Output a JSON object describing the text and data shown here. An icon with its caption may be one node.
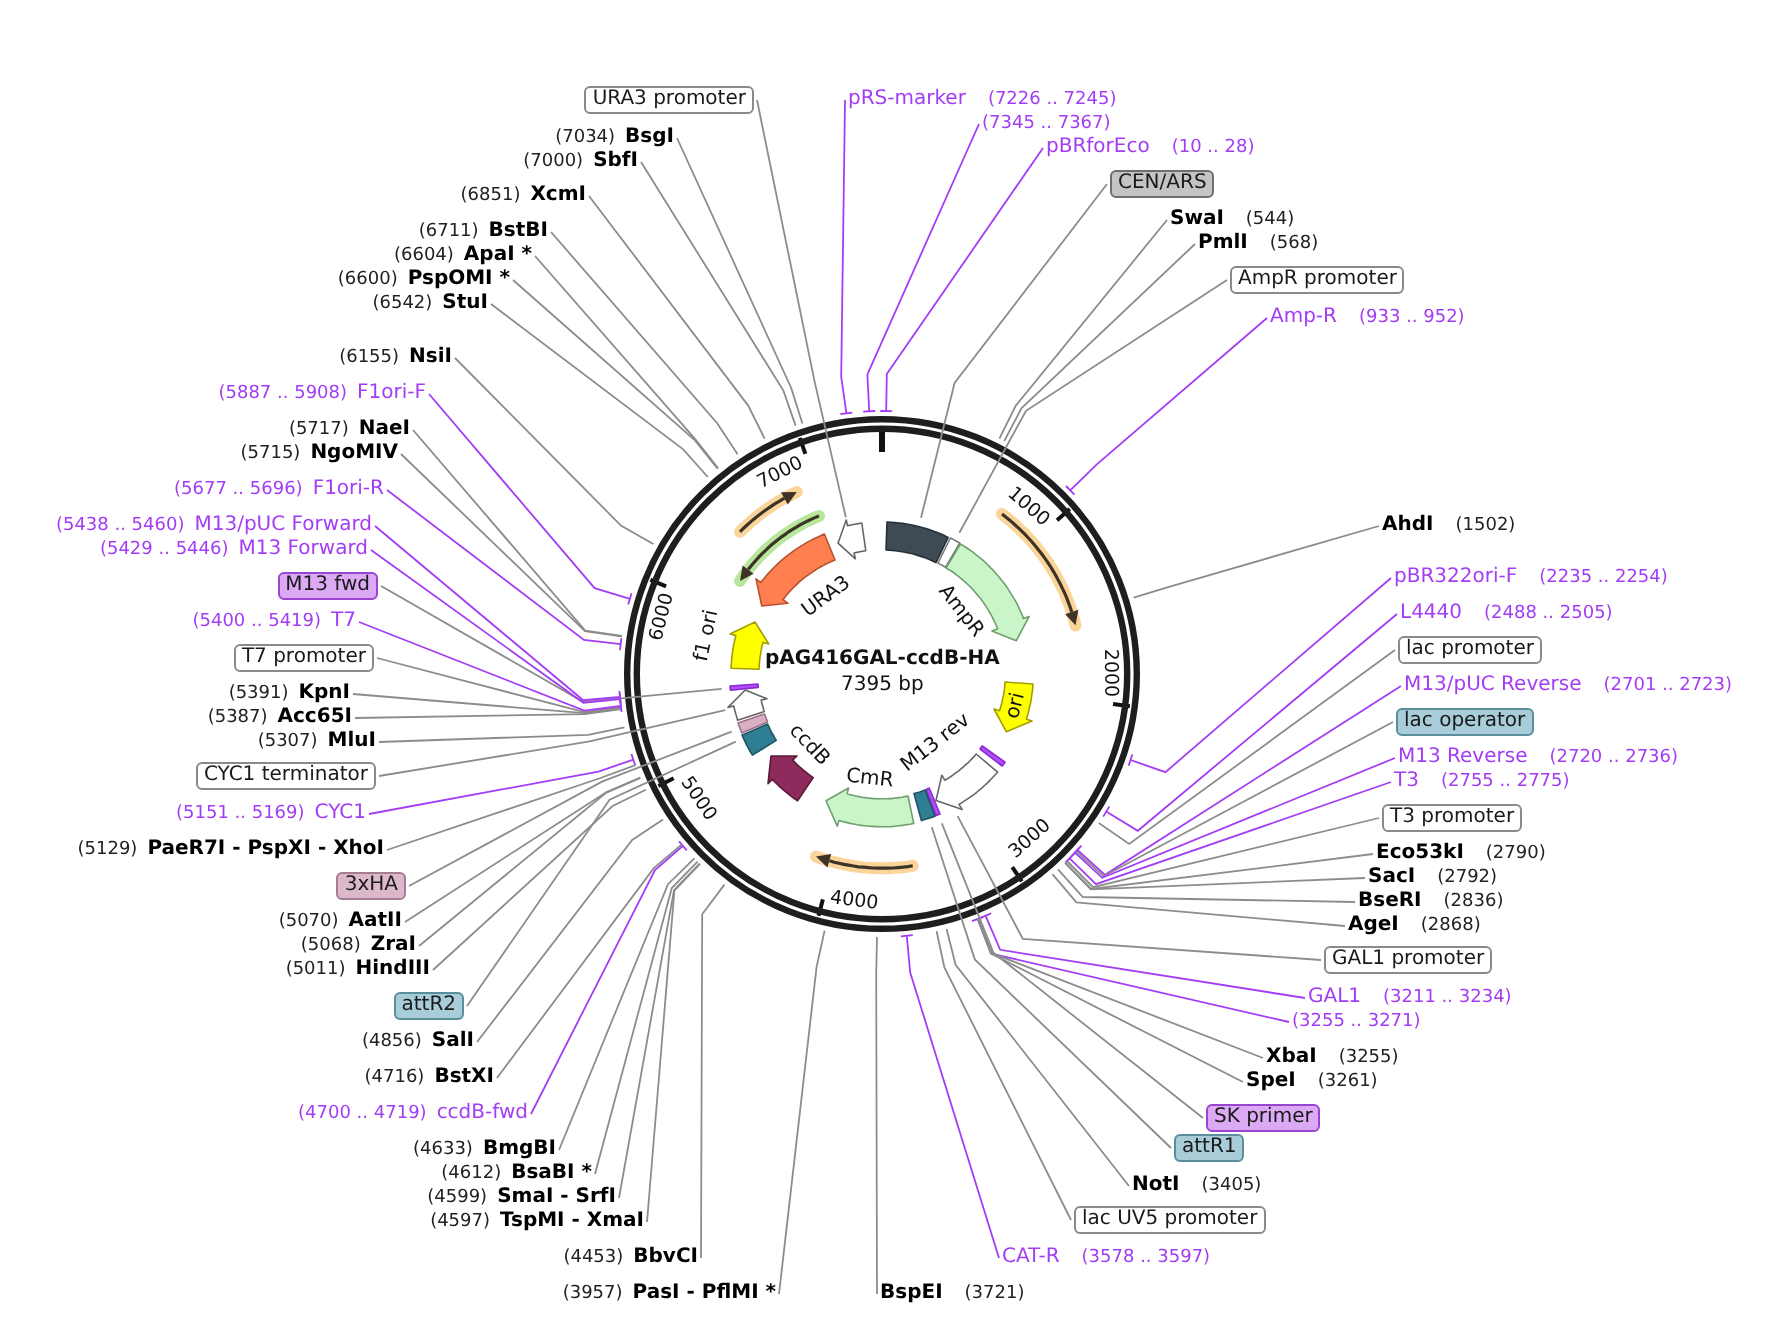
{
  "diagram": {
    "title": "pAG416GAL-ccdB-HA",
    "nodes": [
      {
        "text": [
          "pRS-marker",
          "(7226 .. 7245)"
        ]
      },
      {
        "text": [
          "(7345 .. 7367)"
        ]
      },
      {
        "text": [
          "pBRforEco",
          "(10 .. 28)"
        ]
      },
      {
        "text": [
          "CEN/ARS"
        ]
      },
      {
        "text": [
          "SwaI",
          "(544)"
        ]
      },
      {
        "text": [
          "PmlI",
          "(568)"
        ]
      },
      {
        "text": [
          "AmpR promoter"
        ]
      },
      {
        "text": [
          "Amp-R",
          "(933 .. 952)"
        ]
      },
      {
        "text": [
          "AhdI",
          "(1502)"
        ]
      },
      {
        "text": [
          "pBR322ori-F",
          "(2235 .. 2254)"
        ]
      },
      {
        "text": [
          "L4440",
          "(2488 .. 2505)"
        ]
      },
      {
        "text": [
          "lac promoter"
        ]
      },
      {
        "text": [
          "M13/pUC Reverse",
          "(2701 .. 2723)"
        ]
      },
      {
        "text": [
          "lac operator"
        ]
      },
      {
        "text": [
          "M13 Reverse",
          "(2720 .. 2736)"
        ]
      },
      {
        "text": [
          "T3",
          "(2755 .. 2775)"
        ]
      },
      {
        "text": [
          "T3 promoter"
        ]
      },
      {
        "text": [
          "Eco53kI",
          "(2790)"
        ]
      },
      {
        "text": [
          "SacI",
          "(2792)"
        ]
      },
      {
        "text": [
          "BseRI",
          "(2836)"
        ]
      },
      {
        "text": [
          "AgeI",
          "(2868)"
        ]
      },
      {
        "text": [
          "GAL1 promoter"
        ]
      },
      {
        "text": [
          "GAL1",
          "(3211 .. 3234)"
        ]
      },
      {
        "text": [
          "(3255 .. 3271)"
        ]
      },
      {
        "text": [
          "XbaI",
          "(3255)"
        ]
      },
      {
        "text": [
          "SpeI",
          "(3261)"
        ]
      },
      {
        "text": [
          "SK primer"
        ]
      },
      {
        "text": [
          "attR1"
        ]
      },
      {
        "text": [
          "NotI",
          "(3405)"
        ]
      },
      {
        "text": [
          "lac UV5 promoter"
        ]
      },
      {
        "text": [
          "CAT-R",
          "(3578 .. 3597)"
        ]
      },
      {
        "text": [
          "BspEI",
          "(3721)"
        ]
      },
      {
        "text": [
          "(3957)",
          "PasI - PflMI *"
        ]
      },
      {
        "text": [
          "(4453)",
          "BbvCI"
        ]
      },
      {
        "text": [
          "(4597)",
          "TspMI - XmaI"
        ]
      },
      {
        "text": [
          "(4599)",
          "SmaI - SrfI"
        ]
      },
      {
        "text": [
          "(4612)",
          "BsaBI *"
        ]
      },
      {
        "text": [
          "(4633)",
          "BmgBI"
        ]
      },
      {
        "text": [
          "(4700 .. 4719)",
          "ccdB-fwd"
        ]
      },
      {
        "text": [
          "(4716)",
          "BstXI"
        ]
      },
      {
        "text": [
          "(4856)",
          "SalI"
        ]
      },
      {
        "text": [
          "attR2"
        ]
      },
      {
        "text": [
          "(5011)",
          "HindIII"
        ]
      },
      {
        "text": [
          "(5068)",
          "ZraI"
        ]
      },
      {
        "text": [
          "(5070)",
          "AatII"
        ]
      },
      {
        "text": [
          "3xHA"
        ]
      },
      {
        "text": [
          "(5129)",
          "PaeR7I - PspXI - XhoI"
        ]
      },
      {
        "text": [
          "(5151 .. 5169)",
          "CYC1"
        ]
      },
      {
        "text": [
          "CYC1 terminator"
        ]
      },
      {
        "text": [
          "(5307)",
          "MluI"
        ]
      },
      {
        "text": [
          "(5387)",
          "Acc65I"
        ]
      },
      {
        "text": [
          "(5391)",
          "KpnI"
        ]
      },
      {
        "text": [
          "T7 promoter"
        ]
      },
      {
        "text": [
          "(5400 .. 5419)",
          "T7"
        ]
      },
      {
        "text": [
          "M13 fwd"
        ]
      },
      {
        "text": [
          "(5429 .. 5446)",
          "M13 Forward"
        ]
      },
      {
        "text": [
          "(5438 .. 5460)",
          "M13/pUC Forward"
        ]
      },
      {
        "text": [
          "(5677 .. 5696)",
          "F1ori-R"
        ]
      },
      {
        "text": [
          "(5715)",
          "NgoMIV"
        ]
      },
      {
        "text": [
          "(5717)",
          "NaeI"
        ]
      },
      {
        "text": [
          "(5887 .. 5908)",
          "F1ori-F"
        ]
      },
      {
        "text": [
          "(6155)",
          "NsiI"
        ]
      },
      {
        "text": [
          "(6542)",
          "StuI"
        ]
      },
      {
        "text": [
          "(6600)",
          "PspOMI *"
        ]
      },
      {
        "text": [
          "(6604)",
          "ApaI *"
        ]
      },
      {
        "text": [
          "(6711)",
          "BstBI"
        ]
      },
      {
        "text": [
          "(6851)",
          "XcmI"
        ]
      },
      {
        "text": [
          "(7000)",
          "SbfI"
        ]
      },
      {
        "text": [
          "(7034)",
          "BsgI"
        ]
      },
      {
        "text": [
          "URA3 promoter"
        ]
      },
      {
        "text": [],
        "shape": "circle"
      },
      {
        "text": [],
        "shape": "box",
        "in": 70
      },
      {
        "text": [],
        "shape": "box",
        "in": 70
      },
      {
        "text": [
          "AmpR"
        ],
        "in": 70
      },
      {
        "text": [
          "ori"
        ],
        "in": 70
      },
      {
        "text": [
          "M13 rev"
        ],
        "in": 70
      },
      {
        "text": [],
        "shape": "arrow",
        "in": 70
      },
      {
        "text": [],
        "shape": "bar",
        "in": 70
      },
      {
        "text": [],
        "shape": "box",
        "in": 70
      },
      {
        "text": [
          "CmR"
        ],
        "in": 70
      },
      {
        "text": [
          "ccdB"
        ],
        "in": 70
      },
      {
        "text": [],
        "shape": "box",
        "in": 70
      },
      {
        "text": [],
        "shape": "box",
        "in": 70
      },
      {
        "text": [],
        "shape": "arrow",
        "in": 70
      },
      {
        "text": [],
        "shape": "bar",
        "in": 70
      },
      {
        "text": [
          "f1 ori"
        ],
        "in": 70
      },
      {
        "text": [
          "URA3"
        ],
        "in": 70
      },
      {
        "text": [],
        "shape": "arrow",
        "in": 70
      },
      {
        "text": [],
        "shape": "arrow",
        "in": 70
      },
      {
        "text": [],
        "shape": "arrow",
        "in": 70
      },
      {
        "text": [],
        "shape": "arrow",
        "in": 70
      },
      {
        "text": [],
        "shape": "arrow",
        "in": 70
      }
    ],
    "edges": [
      {
        "from": 0,
        "to": 70,
        "arrow": "none",
        "color": "#a33df5"
      },
      {
        "from": 1,
        "to": 70,
        "arrow": "none",
        "color": "#a33df5"
      },
      {
        "from": 2,
        "to": 70,
        "arrow": "none",
        "color": "#a33df5"
      },
      {
        "from": 3,
        "to": 71,
        "arrow": "none"
      },
      {
        "from": 4,
        "to": 70,
        "arrow": "none"
      },
      {
        "from": 5,
        "to": 70,
        "arrow": "none"
      },
      {
        "from": 6,
        "to": 72,
        "arrow": "none"
      },
      {
        "from": 7,
        "to": 70,
        "arrow": "none",
        "color": "#a33df5"
      },
      {
        "from": 8,
        "to": 70,
        "arrow": "none"
      },
      {
        "from": 9,
        "to": 70,
        "arrow": "none",
        "color": "#a33df5"
      },
      {
        "from": 10,
        "to": 70,
        "arrow": "none",
        "color": "#a33df5"
      },
      {
        "from": 11,
        "to": 70,
        "arrow": "none"
      },
      {
        "from": 12,
        "to": 70,
        "arrow": "none",
        "color": "#a33df5"
      },
      {
        "from": 13,
        "to": 70,
        "arrow": "none"
      },
      {
        "from": 14,
        "to": 70,
        "arrow": "none",
        "color": "#a33df5"
      },
      {
        "from": 15,
        "to": 70,
        "arrow": "none",
        "color": "#a33df5"
      },
      {
        "from": 16,
        "to": 70,
        "arrow": "none"
      },
      {
        "from": 17,
        "to": 70,
        "arrow": "none"
      },
      {
        "from": 18,
        "to": 70,
        "arrow": "none"
      },
      {
        "from": 19,
        "to": 70,
        "arrow": "none"
      },
      {
        "from": 20,
        "to": 70,
        "arrow": "none"
      },
      {
        "from": 21,
        "to": 76,
        "arrow": "none"
      },
      {
        "from": 22,
        "to": 70,
        "arrow": "none",
        "color": "#a33df5"
      },
      {
        "from": 23,
        "to": 70,
        "arrow": "none",
        "color": "#a33df5"
      },
      {
        "from": 24,
        "to": 70,
        "arrow": "none"
      },
      {
        "from": 25,
        "to": 70,
        "arrow": "none"
      },
      {
        "from": 26,
        "to": 77,
        "arrow": "none"
      },
      {
        "from": 27,
        "to": 78,
        "arrow": "none"
      },
      {
        "from": 28,
        "to": 70,
        "arrow": "none"
      },
      {
        "from": 29,
        "to": 70,
        "arrow": "none"
      },
      {
        "from": 30,
        "to": 70,
        "arrow": "none",
        "color": "#a33df5"
      },
      {
        "from": 31,
        "to": 70,
        "arrow": "none"
      },
      {
        "from": 32,
        "to": 70,
        "arrow": "none"
      },
      {
        "from": 33,
        "to": 70,
        "arrow": "none"
      },
      {
        "from": 34,
        "to": 70,
        "arrow": "none"
      },
      {
        "from": 35,
        "to": 70,
        "arrow": "none"
      },
      {
        "from": 36,
        "to": 70,
        "arrow": "none"
      },
      {
        "from": 37,
        "to": 70,
        "arrow": "none"
      },
      {
        "from": 38,
        "to": 70,
        "arrow": "none",
        "color": "#a33df5"
      },
      {
        "from": 39,
        "to": 70,
        "arrow": "none"
      },
      {
        "from": 40,
        "to": 70,
        "arrow": "none"
      },
      {
        "from": 41,
        "to": 81,
        "arrow": "none"
      },
      {
        "from": 42,
        "to": 70,
        "arrow": "none"
      },
      {
        "from": 43,
        "to": 70,
        "arrow": "none"
      },
      {
        "from": 44,
        "to": 70,
        "arrow": "none"
      },
      {
        "from": 45,
        "to": 82,
        "arrow": "none"
      },
      {
        "from": 46,
        "to": 70,
        "arrow": "none"
      },
      {
        "from": 47,
        "to": 70,
        "arrow": "none",
        "color": "#a33df5"
      },
      {
        "from": 48,
        "to": 83,
        "arrow": "none"
      },
      {
        "from": 49,
        "to": 70,
        "arrow": "none"
      },
      {
        "from": 50,
        "to": 70,
        "arrow": "none"
      },
      {
        "from": 51,
        "to": 70,
        "arrow": "none"
      },
      {
        "from": 52,
        "to": 70,
        "arrow": "none"
      },
      {
        "from": 53,
        "to": 70,
        "arrow": "none",
        "color": "#a33df5"
      },
      {
        "from": 54,
        "to": 84,
        "arrow": "none"
      },
      {
        "from": 55,
        "to": 70,
        "arrow": "none",
        "color": "#a33df5"
      },
      {
        "from": 56,
        "to": 70,
        "arrow": "none",
        "color": "#a33df5"
      },
      {
        "from": 57,
        "to": 70,
        "arrow": "none",
        "color": "#a33df5"
      },
      {
        "from": 58,
        "to": 70,
        "arrow": "none"
      },
      {
        "from": 59,
        "to": 70,
        "arrow": "none"
      },
      {
        "from": 60,
        "to": 70,
        "arrow": "none",
        "color": "#a33df5"
      },
      {
        "from": 61,
        "to": 70,
        "arrow": "none"
      },
      {
        "from": 62,
        "to": 70,
        "arrow": "none"
      },
      {
        "from": 63,
        "to": 70,
        "arrow": "none"
      },
      {
        "from": 64,
        "to": 70,
        "arrow": "none"
      },
      {
        "from": 65,
        "to": 70,
        "arrow": "none"
      },
      {
        "from": 66,
        "to": 70,
        "arrow": "none"
      },
      {
        "from": 67,
        "to": 70,
        "arrow": "none"
      },
      {
        "from": 68,
        "to": 70,
        "arrow": "none"
      },
      {
        "from": 69,
        "to": 87,
        "arrow": "none"
      }
    ],
    "labels": [
      "7000",
      "1000",
      "6000",
      "7395 bp",
      "2000",
      "5000",
      "3000",
      "4000"
    ]
  }
}
